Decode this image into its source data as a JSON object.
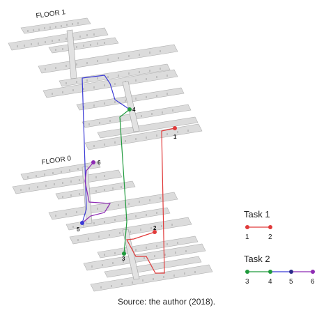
{
  "floors": {
    "floor1_label": "FLOOR 1",
    "floor0_label": "FLOOR 0"
  },
  "points": [
    {
      "id": "p1",
      "label": "1",
      "task": "task1"
    },
    {
      "id": "p2",
      "label": "2",
      "task": "task1"
    },
    {
      "id": "p3",
      "label": "3",
      "task": "task2"
    },
    {
      "id": "p4",
      "label": "4",
      "task": "task2"
    },
    {
      "id": "p5",
      "label": "5",
      "task": "task2"
    },
    {
      "id": "p6",
      "label": "6",
      "task": "task2"
    }
  ],
  "legend": {
    "task1": {
      "title": "Task 1",
      "labels": [
        "1",
        "2"
      ]
    },
    "task2": {
      "title": "Task 2",
      "labels": [
        "3",
        "4",
        "5",
        "6"
      ]
    }
  },
  "colors": {
    "red": "#e03a3a",
    "green": "#1f9a3c",
    "blue": "#3b3bd6",
    "purple": "#8e2bb3",
    "corridor": "#d9d9d9",
    "corridor_edge": "#9a9a9a"
  },
  "caption": "Source: the author (2018)."
}
